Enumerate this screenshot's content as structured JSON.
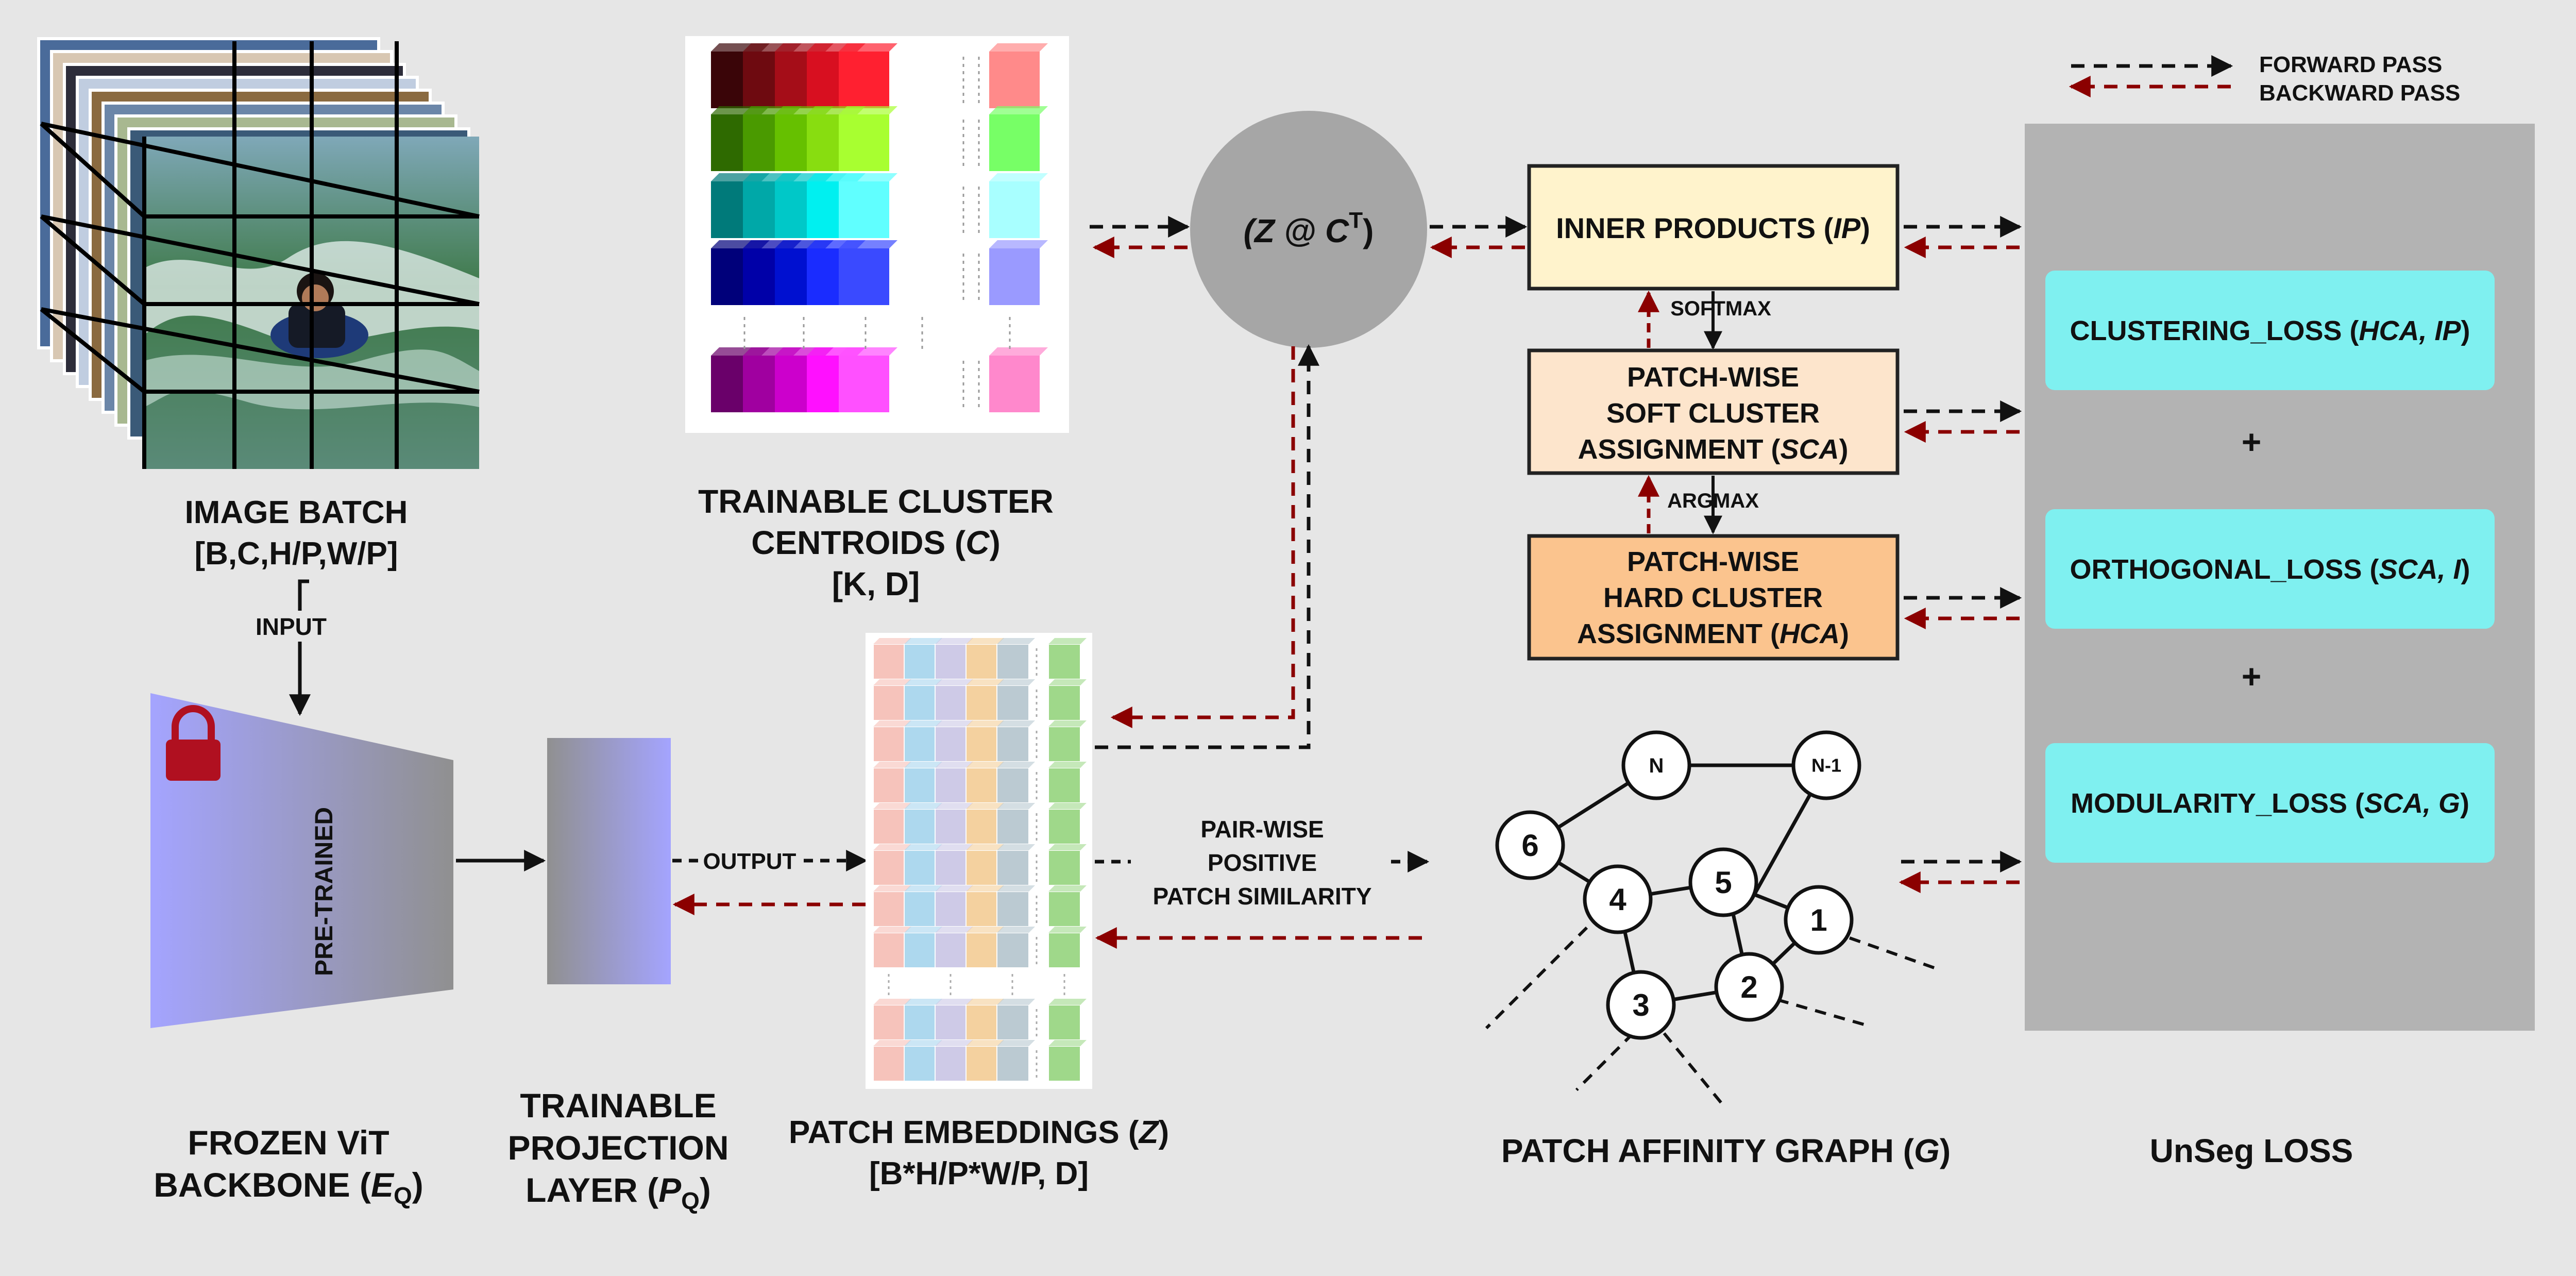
{
  "legend": {
    "forward": "FORWARD PASS",
    "backward": "BACKWARD PASS",
    "forward_color": "#111111",
    "backward_color": "#8b0000"
  },
  "image_batch": {
    "title": "IMAGE BATCH",
    "shape": "[B,C,H/P,W/P]",
    "input": "INPUT"
  },
  "backbone": {
    "side_text": "PRE-TRAINED",
    "title_line1": "FROZEN ViT",
    "title_line2_a": "BACKBONE (",
    "symbol": "E",
    "subscript": "Q",
    "close": ")",
    "lock_icon": "lock-icon",
    "lock_color": "#b01020",
    "gradient_start": "#a4a4ff",
    "gradient_end": "#909090"
  },
  "projection": {
    "line1": "TRAINABLE",
    "line2": "PROJECTION",
    "line3_a": "LAYER (",
    "symbol": "P",
    "subscript": "Q",
    "close": ")",
    "output": "OUTPUT"
  },
  "centroids": {
    "line1": "TRAINABLE CLUSTER",
    "line2_a": "CENTROIDS (",
    "symbol": "C",
    "close": ")",
    "shape": "[K, D]",
    "row_colors": [
      [
        "#3a0508",
        "#6e0a10",
        "#a50d18",
        "#d80f20",
        "#ff2030",
        "#ff8a8a"
      ],
      [
        "#2e6a00",
        "#4a9a00",
        "#66c000",
        "#88dd10",
        "#a8ff30",
        "#77ff66"
      ],
      [
        "#007a7a",
        "#00a8a8",
        "#00c8c8",
        "#00f0f0",
        "#60ffff",
        "#a8ffff"
      ],
      [
        "#00007a",
        "#0000a8",
        "#0010d0",
        "#1a2cff",
        "#3a4aff",
        "#9a9aff"
      ],
      [
        "#6a006a",
        "#a000a0",
        "#cc00cc",
        "#ff10ff",
        "#ff50ff",
        "#ff88cc"
      ]
    ]
  },
  "matmul": {
    "text_a": "(Z @ C",
    "sup": "T",
    "text_b": ")"
  },
  "inner_products": {
    "text_a": "INNER PRODUCTS (",
    "symbol": "IP",
    "close": ")",
    "fill": "#fff3cc"
  },
  "softmax": "SOFTMAX",
  "soft_assign": {
    "line1": "PATCH-WISE",
    "line2": "SOFT CLUSTER",
    "line3_a": "ASSIGNMENT (",
    "symbol": "SCA",
    "close": ")",
    "fill": "#fde5cc"
  },
  "argmax": "ARGMAX",
  "hard_assign": {
    "line1": "PATCH-WISE",
    "line2": "HARD CLUSTER",
    "line3_a": "ASSIGNMENT (",
    "symbol": "HCA",
    "close": ")",
    "fill": "#fbc48e"
  },
  "embeddings": {
    "line1_a": "PATCH EMBEDDINGS (",
    "symbol": "Z",
    "close": ")",
    "shape": "[B*H/P*W/P, D]",
    "col_colors": [
      "#f6c0b8",
      "#a9d6ee",
      "#ccc8e6",
      "#f4cf9a",
      "#b8c8d0",
      "#9fd88a"
    ]
  },
  "similarity": {
    "line1": "PAIR-WISE",
    "line2": "POSITIVE",
    "line3": "PATCH SIMILARITY"
  },
  "graph": {
    "title_a": "PATCH AFFINITY GRAPH (",
    "symbol": "G",
    "close": ")",
    "nodes": [
      "N",
      "N-1",
      "6",
      "5",
      "4",
      "1",
      "3",
      "2"
    ]
  },
  "loss": {
    "title": "UnSeg LOSS",
    "panel_color": "#b3b3b3",
    "box_color": "#7ff0f0",
    "plus": "+",
    "items": [
      {
        "name": "CLUSTERING_LOSS (",
        "args": "HCA, IP",
        "close": ")"
      },
      {
        "name": "ORTHOGONAL_LOSS (",
        "args": "SCA, I",
        "close": ")"
      },
      {
        "name": "MODULARITY_LOSS (",
        "args": "SCA, G",
        "close": ")"
      }
    ]
  }
}
